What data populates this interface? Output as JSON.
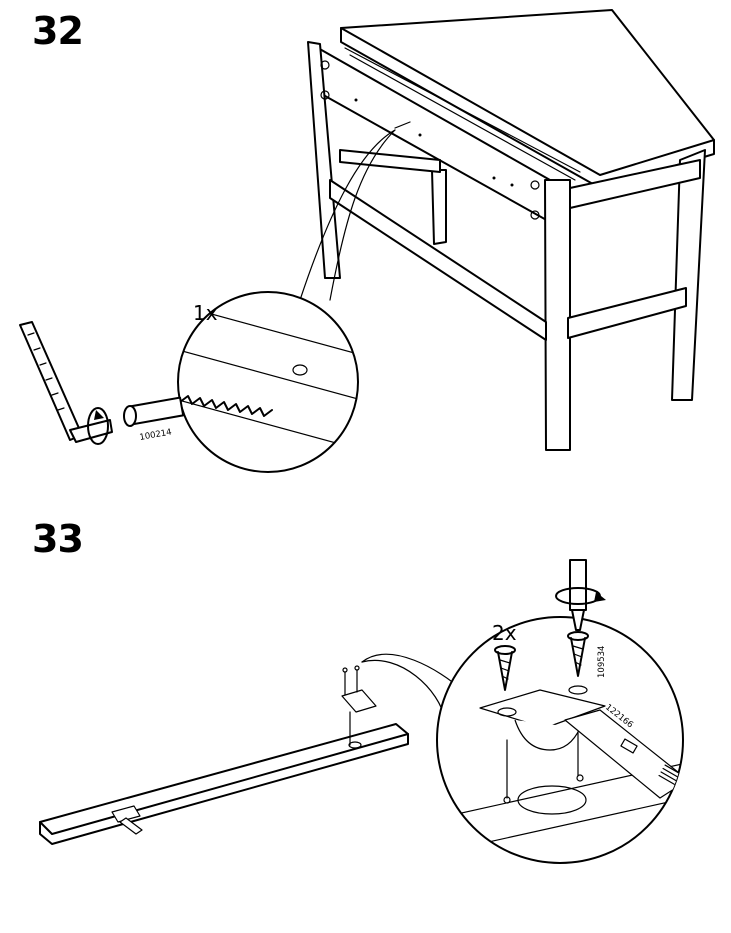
{
  "steps": [
    {
      "number": "32",
      "quantity": "1x",
      "part_no": "100214"
    },
    {
      "number": "33",
      "quantity": "2x",
      "screw_part_no": "109534",
      "hinge_part_no": "122166"
    }
  ],
  "icons": {
    "step32": [
      "desk-icon",
      "detail-circle-icon",
      "allen-key-icon",
      "cam-bolt-icon",
      "rotate-arrow-icon"
    ],
    "step33": [
      "board-icon",
      "hinge-icon",
      "screwdriver-icon",
      "screw-icon",
      "rotate-arrow-icon"
    ]
  }
}
